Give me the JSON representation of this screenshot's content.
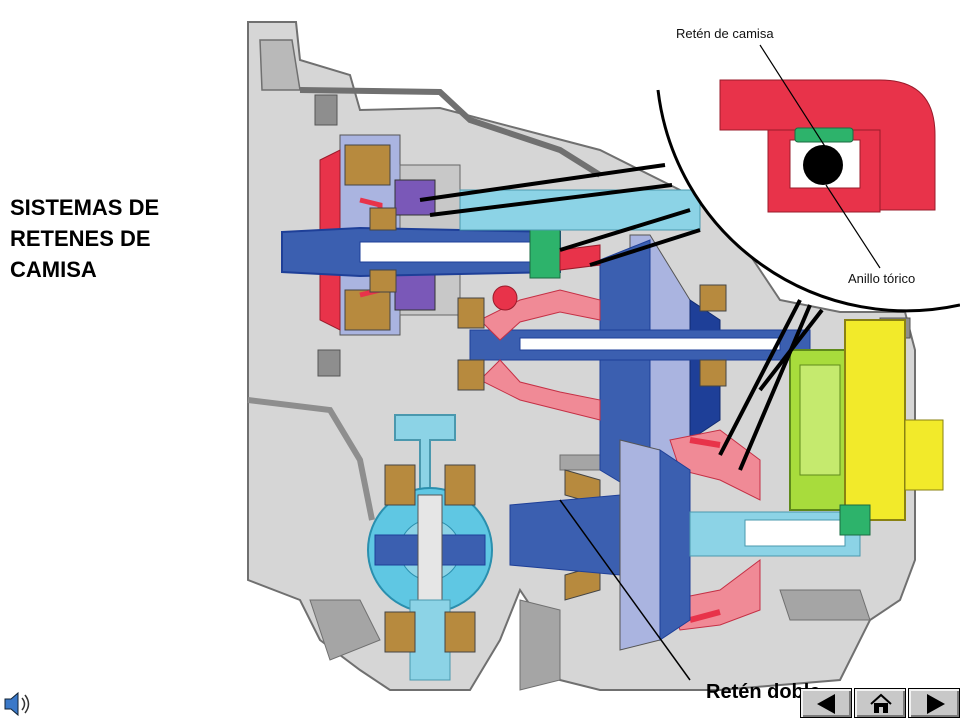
{
  "slide": {
    "title_lines": [
      "SISTEMAS DE",
      "RETENES DE",
      "CAMISA"
    ],
    "callout_labels": {
      "top": "Retén de camisa",
      "right": "Anillo tórico"
    },
    "bottom_label": "Retén doble"
  },
  "navigation": {
    "buttons": [
      "previous",
      "home",
      "next"
    ]
  },
  "colors": {
    "housing": "#8e8e8e",
    "housing_light": "#c8c8c8",
    "seal_red": "#e8334a",
    "seal_pink": "#f08a96",
    "seal_green": "#2db36b",
    "shaft_blue": "#3b5fb0",
    "shaft_blue_dark": "#1e3f98",
    "light_blue": "#8cd3e6",
    "cyan": "#5fc7e3",
    "gold": "#b78a3e",
    "yellow": "#f2ea2a",
    "lime": "#a8dc3c",
    "lavender": "#aab4e0",
    "purple": "#7a58b8"
  },
  "icons": [
    "speaker-icon",
    "arrow-left-icon",
    "home-icon",
    "arrow-right-icon"
  ]
}
